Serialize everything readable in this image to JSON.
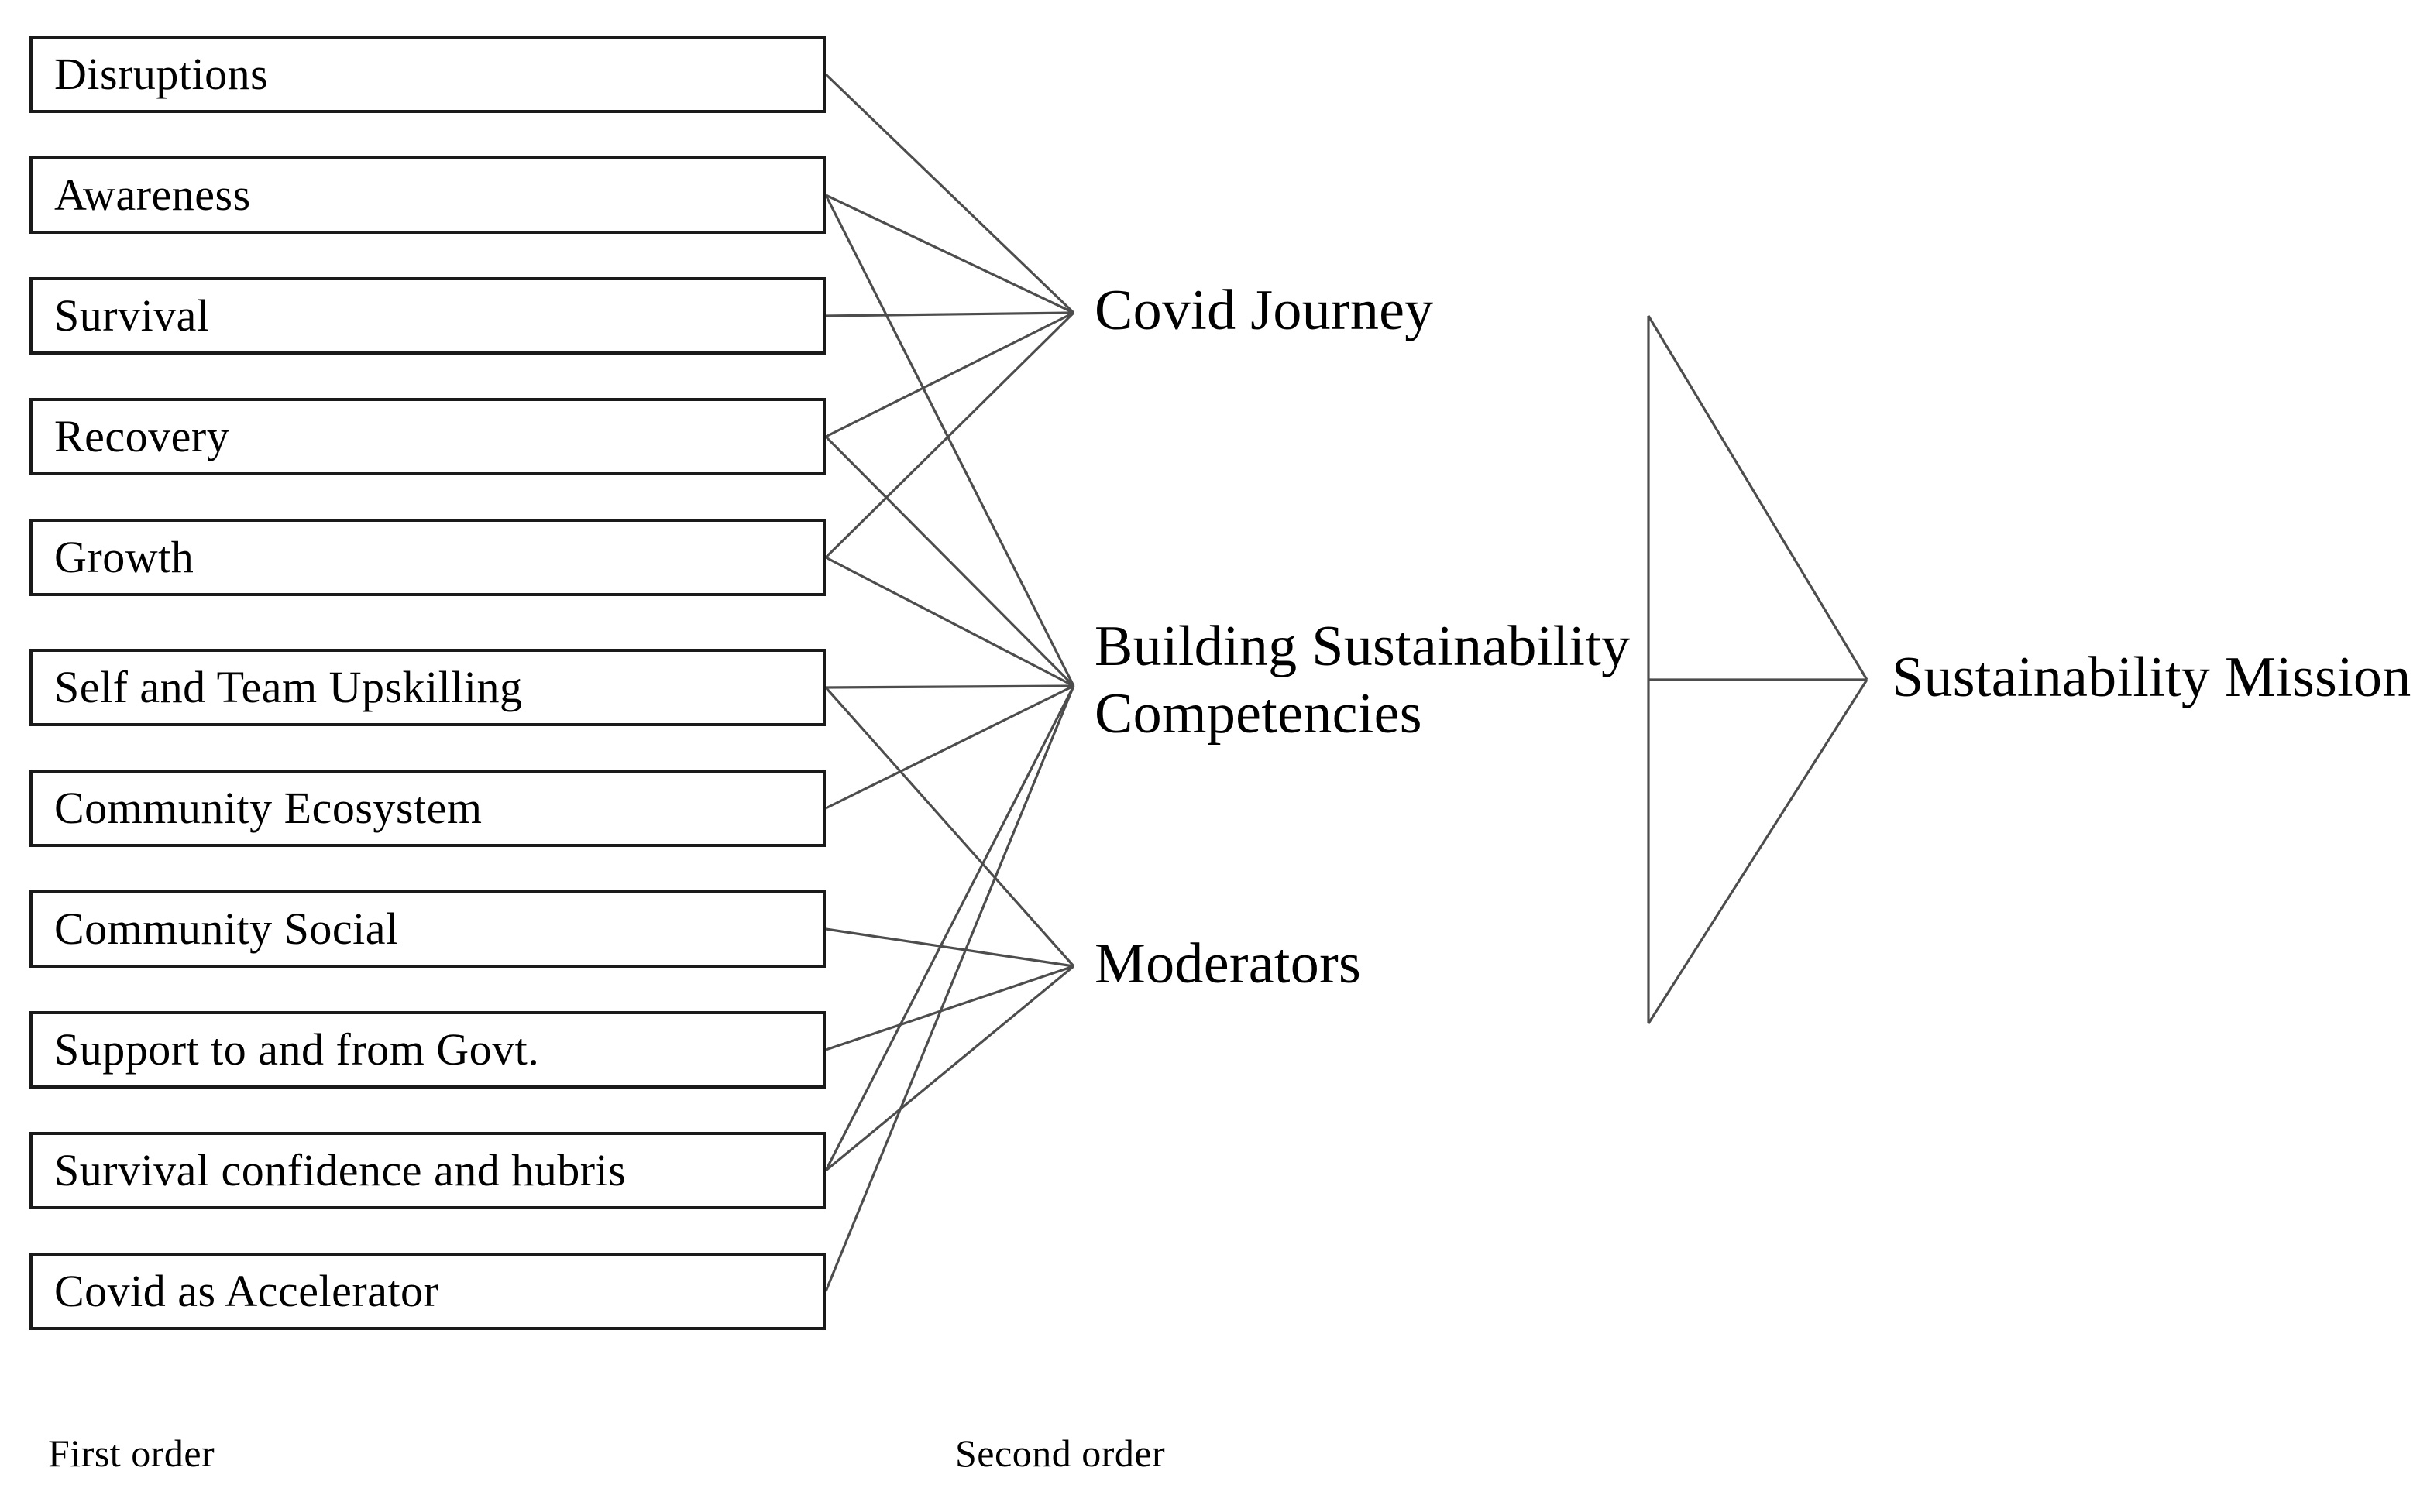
{
  "diagram": {
    "title": "Sustainability Mission data structure diagram",
    "colors": {
      "box_border": "#1a1a1a",
      "link_line": "#4d4d4d",
      "triangle_line": "#4d4d4d",
      "text": "#000000",
      "background": "#ffffff"
    },
    "first_order": {
      "caption": "First order",
      "items": [
        {
          "label": "Disruptions"
        },
        {
          "label": "Awareness"
        },
        {
          "label": "Survival"
        },
        {
          "label": "Recovery"
        },
        {
          "label": "Growth"
        },
        {
          "label": "Self and Team Upskilling"
        },
        {
          "label": "Community  Ecosystem"
        },
        {
          "label": "Community  Social"
        },
        {
          "label": "Support to and from Govt."
        },
        {
          "label": "Survival  confidence  and hubris"
        },
        {
          "label": "Covid as Accelerator"
        }
      ]
    },
    "second_order": {
      "caption": "Second order",
      "items": [
        {
          "label": "Covid Journey"
        },
        {
          "label": "Building Sustainability\nCompetencies"
        },
        {
          "label": "Moderators"
        }
      ]
    },
    "aggregate": {
      "label": "Sustainability Mission"
    },
    "links": [
      {
        "from": "Disruptions",
        "to": "Covid Journey"
      },
      {
        "from": "Awareness",
        "to": "Covid Journey"
      },
      {
        "from": "Survival",
        "to": "Covid Journey"
      },
      {
        "from": "Recovery",
        "to": "Covid Journey"
      },
      {
        "from": "Growth",
        "to": "Covid Journey"
      },
      {
        "from": "Awareness",
        "to": "Building Sustainability Competencies"
      },
      {
        "from": "Recovery",
        "to": "Building Sustainability Competencies"
      },
      {
        "from": "Growth",
        "to": "Building Sustainability Competencies"
      },
      {
        "from": "Self and Team Upskilling",
        "to": "Building Sustainability Competencies"
      },
      {
        "from": "Community  Ecosystem",
        "to": "Building Sustainability Competencies"
      },
      {
        "from": "Survival  confidence  and hubris",
        "to": "Building Sustainability Competencies"
      },
      {
        "from": "Covid as Accelerator",
        "to": "Building Sustainability Competencies"
      },
      {
        "from": "Self and Team Upskilling",
        "to": "Moderators"
      },
      {
        "from": "Community  Social",
        "to": "Moderators"
      },
      {
        "from": "Support to and from Govt.",
        "to": "Moderators"
      },
      {
        "from": "Survival  confidence  and hubris",
        "to": "Moderators"
      }
    ],
    "aggregate_links": [
      {
        "from": "Covid Journey",
        "to": "Sustainability Mission"
      },
      {
        "from": "Building Sustainability Competencies",
        "to": "Sustainability Mission"
      },
      {
        "from": "Moderators",
        "to": "Sustainability Mission"
      }
    ]
  }
}
